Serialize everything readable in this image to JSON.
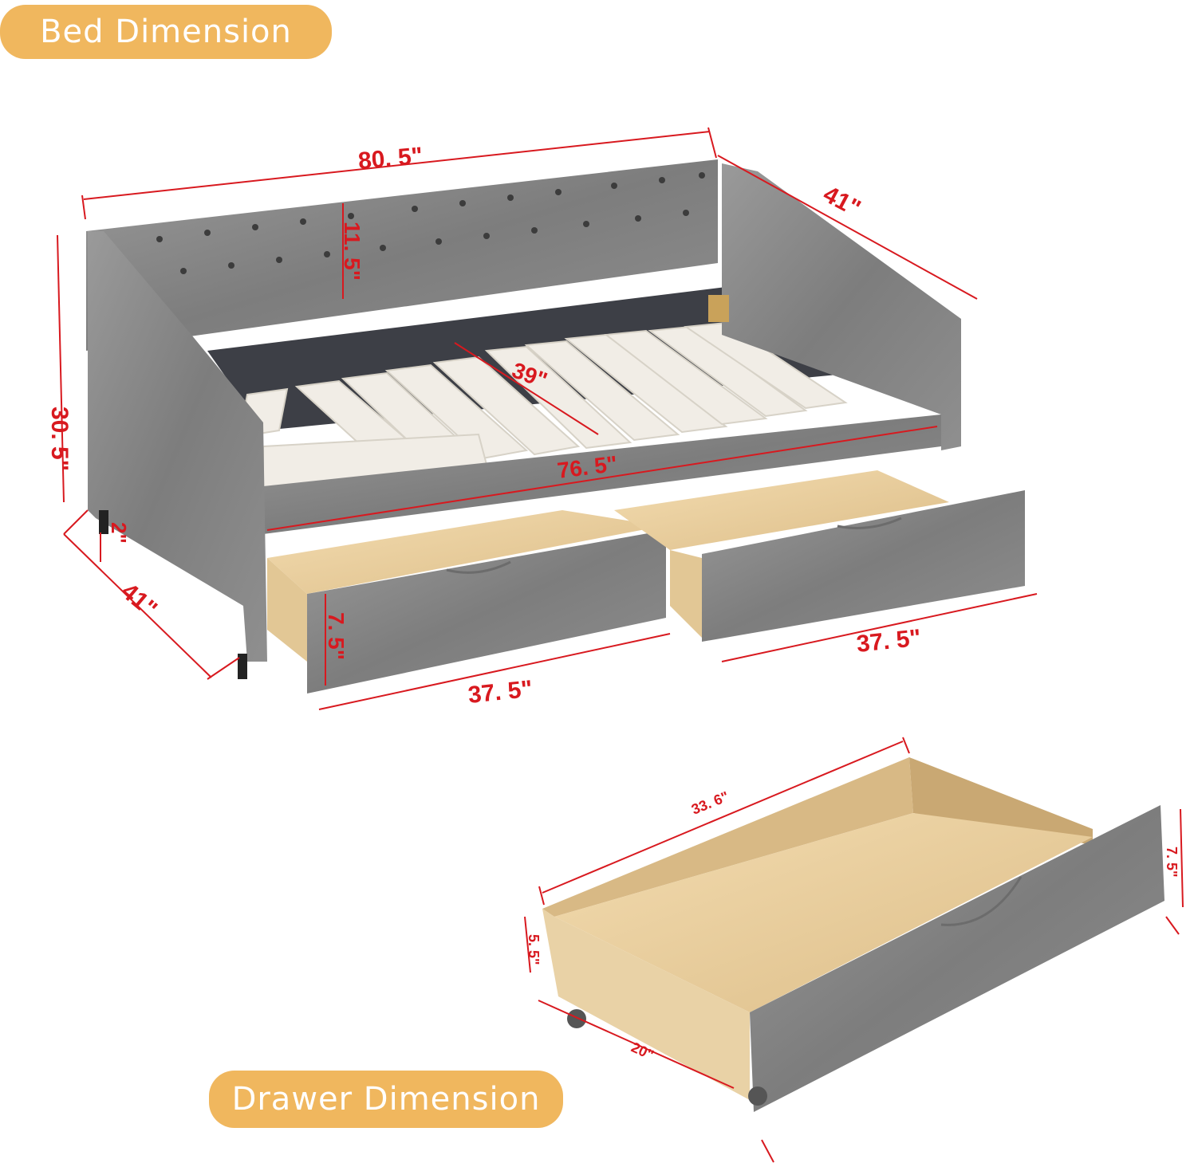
{
  "labels": {
    "bed_dimension": "Bed Dimension",
    "drawer_dimension": "Drawer Dimension"
  },
  "dimensions": {
    "bed_length": "80. 5\"",
    "bed_depth_top": "41\"",
    "bed_height": "30. 5\"",
    "backrest_height": "11. 5\"",
    "slat_width": "39\"",
    "inner_length": "76. 5\"",
    "leg_height": "2\"",
    "bed_depth_bottom": "41\"",
    "drawer_front_height": "7. 5\"",
    "drawer_left_width": "37. 5\"",
    "drawer_right_width": "37. 5\"",
    "drawer_length": "33. 6\"",
    "drawer_side_height": "5. 5\"",
    "drawer_height": "7. 5\"",
    "drawer_depth": "20\""
  },
  "colors": {
    "accent": "#f0b75e",
    "dimension": "#d8191f",
    "upholstery": "#8c8c8c",
    "wood": "#e9cf9f",
    "slats": "#f1ede6"
  }
}
